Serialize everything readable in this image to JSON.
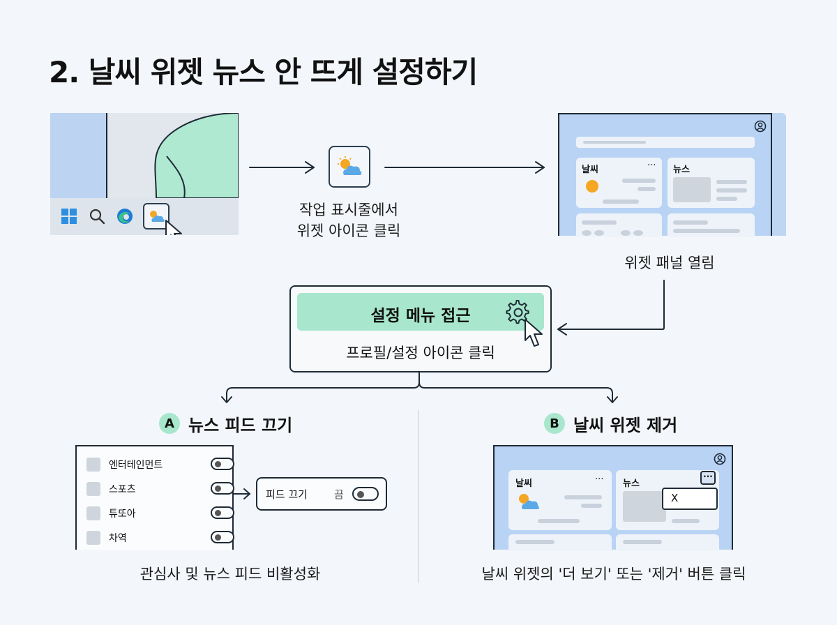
{
  "title": "2. 날씨 위젯 뉴스 안 뜨게 설정하기",
  "step1": {
    "caption_line1": "작업 표시줄에서",
    "caption_line2": "위젯 아이콘 클릭"
  },
  "step2": {
    "caption": "위젯 패널 열림",
    "weather_card_label": "날씨",
    "news_card_label": "뉴스",
    "more_glyph": "···"
  },
  "settings": {
    "header": "설정 메뉴 접근",
    "sub": "프로필/설정 아이콘 클릭"
  },
  "section_a": {
    "badge": "A",
    "label": "뉴스 피드 끄기",
    "items": [
      "엔터테인먼트",
      "스포츠",
      "튜또아",
      "차역"
    ],
    "feed_off_label": "피드 끄기",
    "feed_off_state": "끔",
    "caption": "관심사 및 뉴스 피드 비활성화"
  },
  "section_b": {
    "badge": "B",
    "label": "날씨 위젯 제거",
    "weather_label": "날씨",
    "news_label": "뉴스",
    "more_glyph": "···",
    "more_button": "···",
    "close_option": "X",
    "caption": "날씨 위젯의 '더 보기' 또는 '제거' 버튼 클릭"
  },
  "colors": {
    "background": "#f3f6fa",
    "accent_mint": "#a8e7cd",
    "panel_blue": "#b9d3f5",
    "taskbar_gray": "#dde4ec",
    "outline": "#1e2a36",
    "sun": "#f5a623"
  },
  "icons": [
    "windows-logo-icon",
    "search-icon",
    "edge-browser-icon",
    "weather-icon",
    "mouse-cursor-icon",
    "user-profile-icon",
    "gear-icon",
    "sun-icon",
    "close-icon"
  ]
}
